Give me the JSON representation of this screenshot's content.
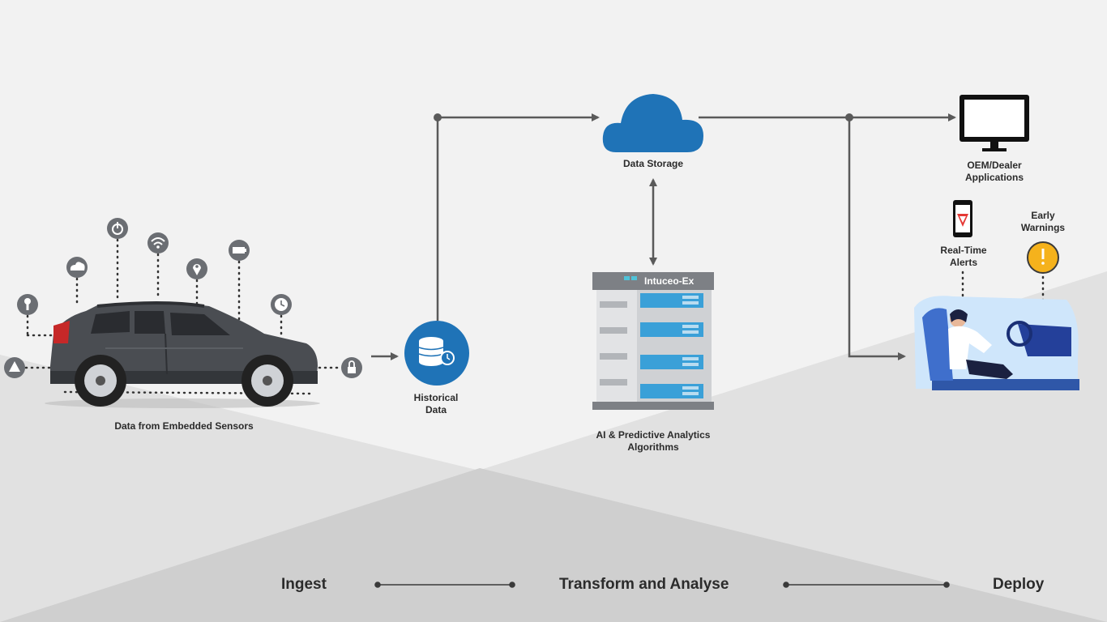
{
  "labels": {
    "car": "Data from Embedded Sensors",
    "historical_line1": "Historical",
    "historical_line2": "Data",
    "storage": "Data Storage",
    "server_badge": "Intuceo-Ex",
    "analytics_line1": "AI & Predictive Analytics",
    "analytics_line2": "Algorithms",
    "oem_line1": "OEM/Dealer",
    "oem_line2": "Applications",
    "alerts_line1": "Real-Time",
    "alerts_line2": "Alerts",
    "warnings_line1": "Early",
    "warnings_line2": "Warnings"
  },
  "phases": {
    "ingest": "Ingest",
    "transform": "Transform and Analyse",
    "deploy": "Deploy"
  },
  "colors": {
    "background": "#f2f2f2",
    "shade_light": "#e1e1e1",
    "shade_dark": "#cfcfcf",
    "connector": "#5a5a5a",
    "accent_blue": "#1f73b7",
    "car_body": "#4a4d52",
    "warning_yellow": "#f5b21c",
    "alert_red": "#e53935"
  },
  "sensor_icons": [
    "key-icon",
    "cloud-icon",
    "power-icon",
    "wifi-icon",
    "location-pin-icon",
    "battery-icon",
    "clock-icon",
    "lock-icon",
    "alert-triangle-icon"
  ]
}
